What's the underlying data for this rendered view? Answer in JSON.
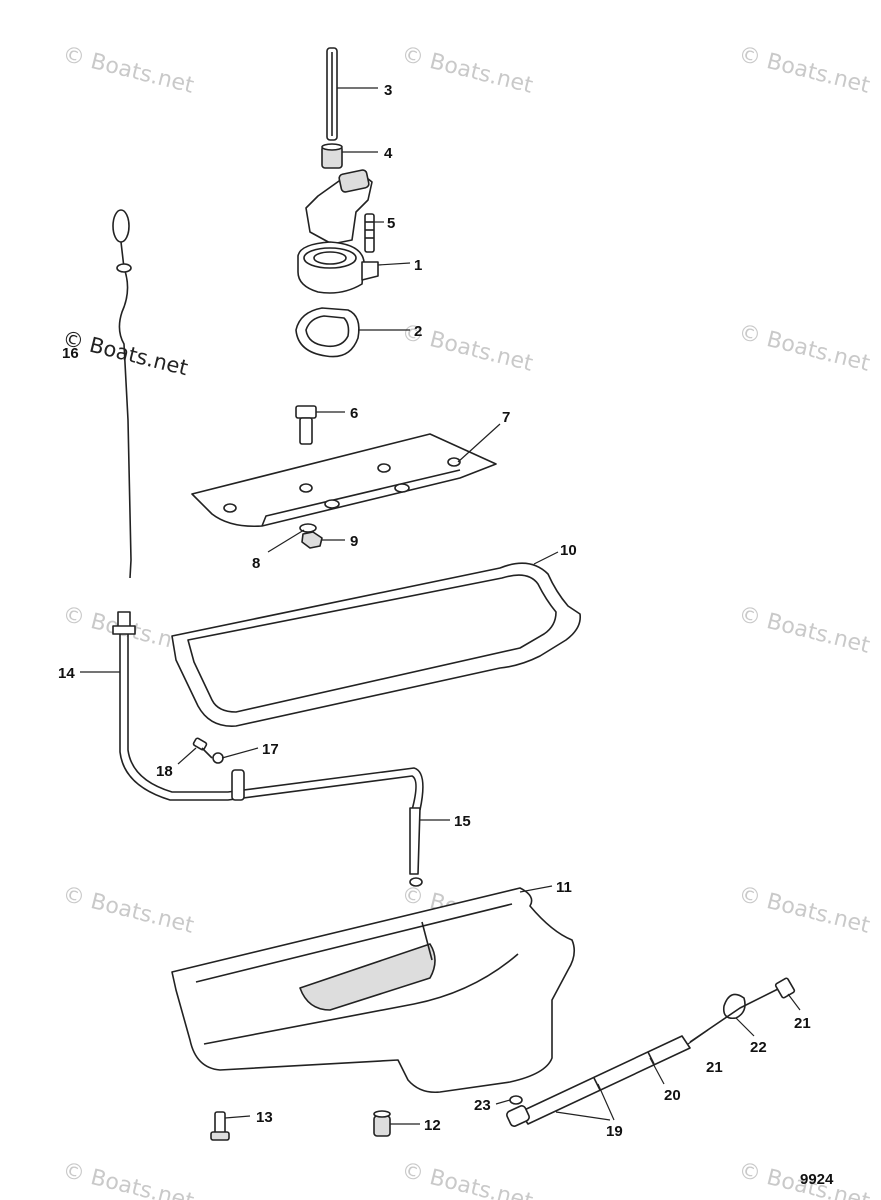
{
  "figure_number": "9924",
  "watermark": "© Boats.net",
  "callouts": [
    {
      "num": "1"
    },
    {
      "num": "2"
    },
    {
      "num": "3"
    },
    {
      "num": "4"
    },
    {
      "num": "5"
    },
    {
      "num": "6"
    },
    {
      "num": "7"
    },
    {
      "num": "8"
    },
    {
      "num": "9"
    },
    {
      "num": "10"
    },
    {
      "num": "11"
    },
    {
      "num": "12"
    },
    {
      "num": "13"
    },
    {
      "num": "14"
    },
    {
      "num": "15"
    },
    {
      "num": "16"
    },
    {
      "num": "17"
    },
    {
      "num": "18"
    },
    {
      "num": "19"
    },
    {
      "num": "20"
    },
    {
      "num": "21"
    },
    {
      "num": "21"
    },
    {
      "num": "22"
    },
    {
      "num": "23"
    }
  ]
}
